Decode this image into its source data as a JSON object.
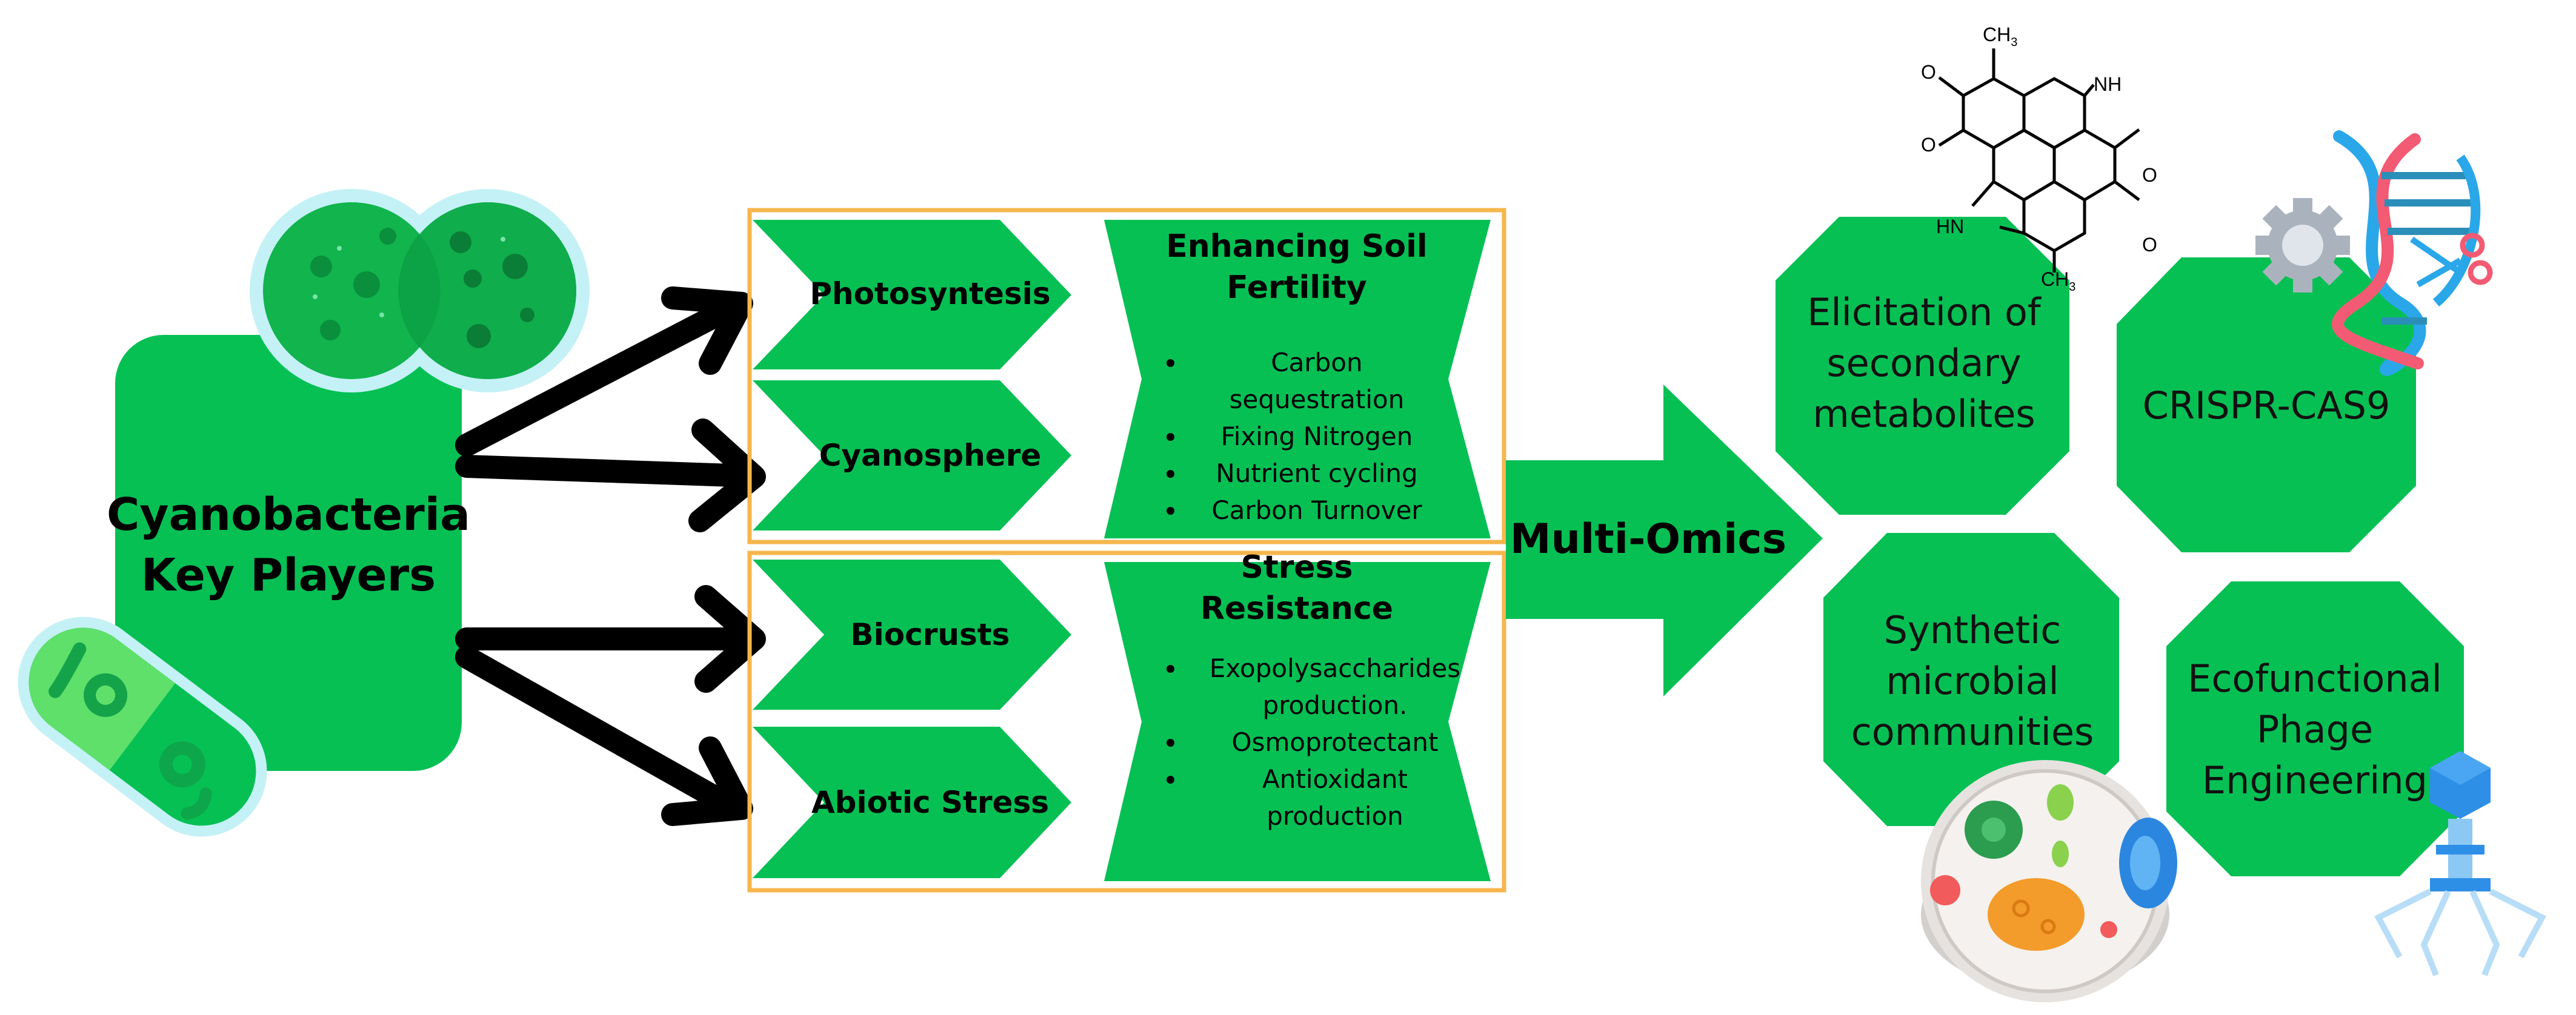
{
  "colors": {
    "green": "#06c054",
    "orange": "#f6b64c",
    "arrow": "#000000",
    "pale_outline": "#c4f1f6"
  },
  "key_players": {
    "title_line1": "Cyanobacteria",
    "title_line2": "Key Players"
  },
  "pathways": [
    {
      "label": "Photosyntesis"
    },
    {
      "label": "Cyanosphere"
    },
    {
      "label": "Biocrusts"
    },
    {
      "label": "Abiotic Stress"
    }
  ],
  "soil_box": {
    "title": "Enhancing Soil Fertility",
    "bullets": [
      "Carbon sequestration",
      "Fixing Nitrogen",
      "Nutrient cycling",
      "Carbon Turnover"
    ]
  },
  "stress_box": {
    "title": "Stress Resistance",
    "bullets": [
      "Exopolysaccharides production.",
      "Osmoprotectant",
      "Antioxidant production"
    ]
  },
  "multi_omics": {
    "label": "Multi-Omics"
  },
  "applications": [
    {
      "label": "Elicitation of secondary metabolites"
    },
    {
      "label": "CRISPR-CAS9"
    },
    {
      "label": "Synthetic microbial communities"
    },
    {
      "label": "Ecofunctional Phage Engineering"
    }
  ],
  "molecule_labels": {
    "ch3": "CH",
    "sub3": "3",
    "nh": "NH",
    "hn": "HN",
    "o": "O"
  },
  "icons": [
    "cyanobacteria-colony-icon",
    "cyanobacteria-rod-icon",
    "molecule-structure-icon",
    "dna-scissors-icon",
    "petri-dish-icon",
    "bacteriophage-icon"
  ]
}
